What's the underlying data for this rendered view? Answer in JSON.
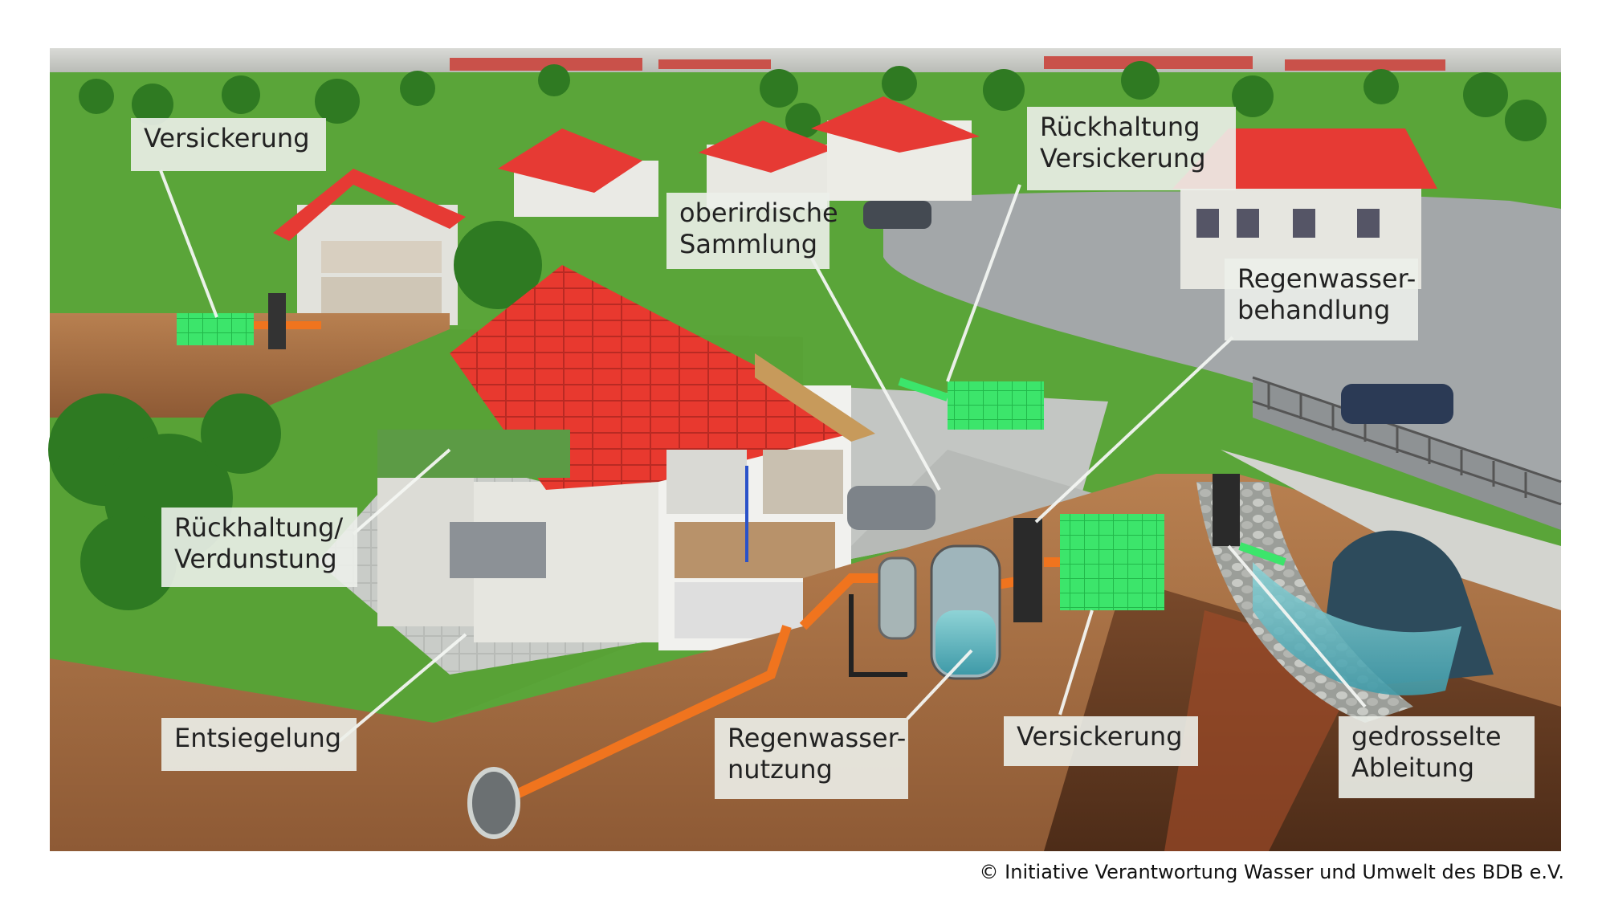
{
  "labels": {
    "versickerung_top": "Versickerung",
    "rueckhaltung_versickerung_1": "Rückhaltung",
    "rueckhaltung_versickerung_2": "Versickerung",
    "oberirdische_1": "oberirdische",
    "oberirdische_2": "Sammlung",
    "regenwasserbehandlung_1": "Regenwasser-",
    "regenwasserbehandlung_2": "behandlung",
    "rueckhaltung_verdunstung_1": "Rückhaltung/",
    "rueckhaltung_verdunstung_2": "Verdunstung",
    "entsiegelung": "Entsiegelung",
    "regenwassernutzung_1": "Regenwasser-",
    "regenwassernutzung_2": "nutzung",
    "versickerung_bottom": "Versickerung",
    "gedrosselte_1": "gedrosselte",
    "gedrosselte_2": "Ableitung"
  },
  "credit": "© Initiative Verantwortung Wasser und Umwelt des BDB e.V.",
  "colors": {
    "grass": "#5da83a",
    "grass_dark": "#3f8a2a",
    "soil": "#b57a4a",
    "soil_dark": "#8a5530",
    "roof": "#e63a34",
    "wall": "#e9e9e4",
    "road": "#9fa3a6",
    "pavement": "#c5c7c4",
    "infiltration_box": "#40e06a",
    "pipe": "#f0741e",
    "water": "#5fb8c4"
  },
  "icons": [
    "house-icon",
    "tree-icon",
    "car-icon",
    "pipe-icon",
    "tank-icon",
    "infiltration-box-icon"
  ]
}
